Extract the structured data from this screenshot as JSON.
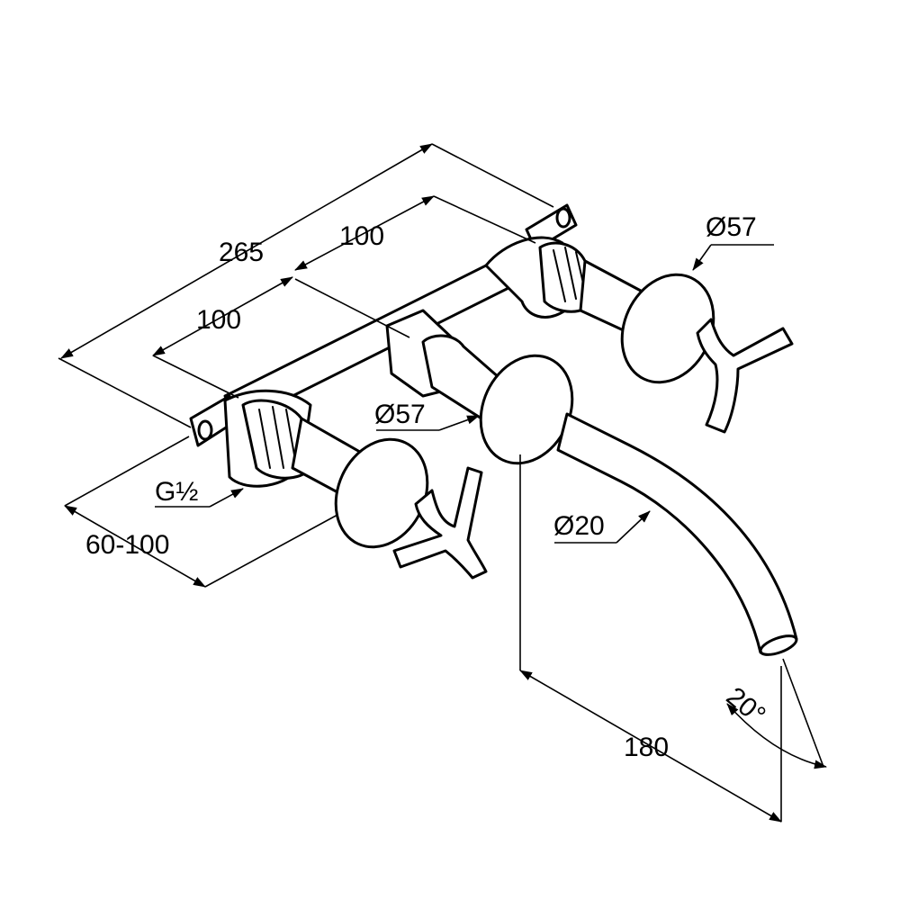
{
  "dimensions": {
    "total_length": "265",
    "spacing_upper": "100",
    "spacing_lower": "100",
    "rosette_diameter_right": "Ø57",
    "rosette_diameter_center": "Ø57",
    "thread": "G½",
    "depth_range": "60-100",
    "spout_diameter": "Ø20",
    "spout_projection": "180",
    "spout_angle": "20°"
  },
  "colors": {
    "line": "#000000",
    "background": "#ffffff"
  }
}
